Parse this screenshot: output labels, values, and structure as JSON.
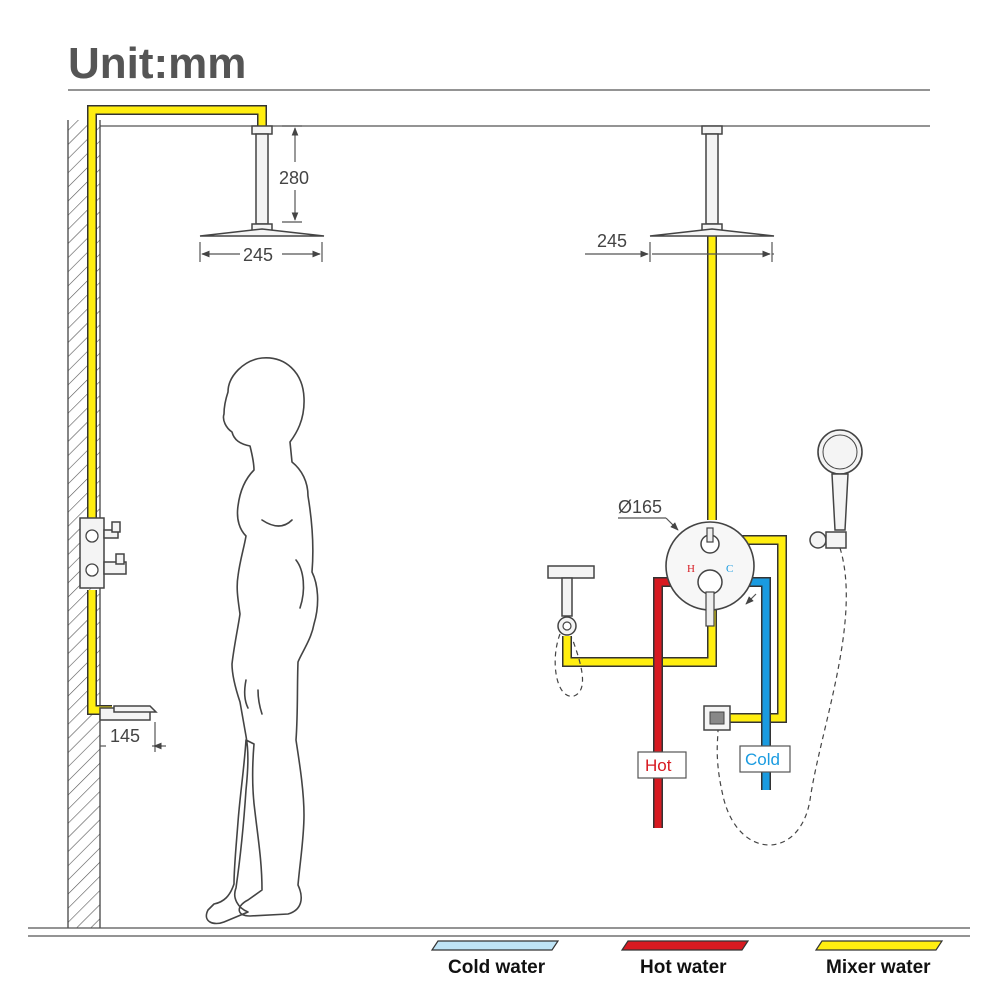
{
  "title": "Unit:mm",
  "dimensions": {
    "arm_length": "280",
    "head_width_left": "245",
    "head_width_right": "245",
    "valve_diameter": "Ø165",
    "spout_length": "145"
  },
  "valve_marks": {
    "hot": "H",
    "cold": "C"
  },
  "tags": {
    "hot": "Hot",
    "cold": "Cold"
  },
  "legend": [
    {
      "label": "Cold water",
      "color": "#bfe4f6"
    },
    {
      "label": "Hot water",
      "color": "#d71a21"
    },
    {
      "label": "Mixer water",
      "color": "#ffee10"
    }
  ],
  "colors": {
    "mixer": "#ffee10",
    "hot": "#d71a21",
    "cold": "#1a9be0",
    "text": "#555555"
  }
}
